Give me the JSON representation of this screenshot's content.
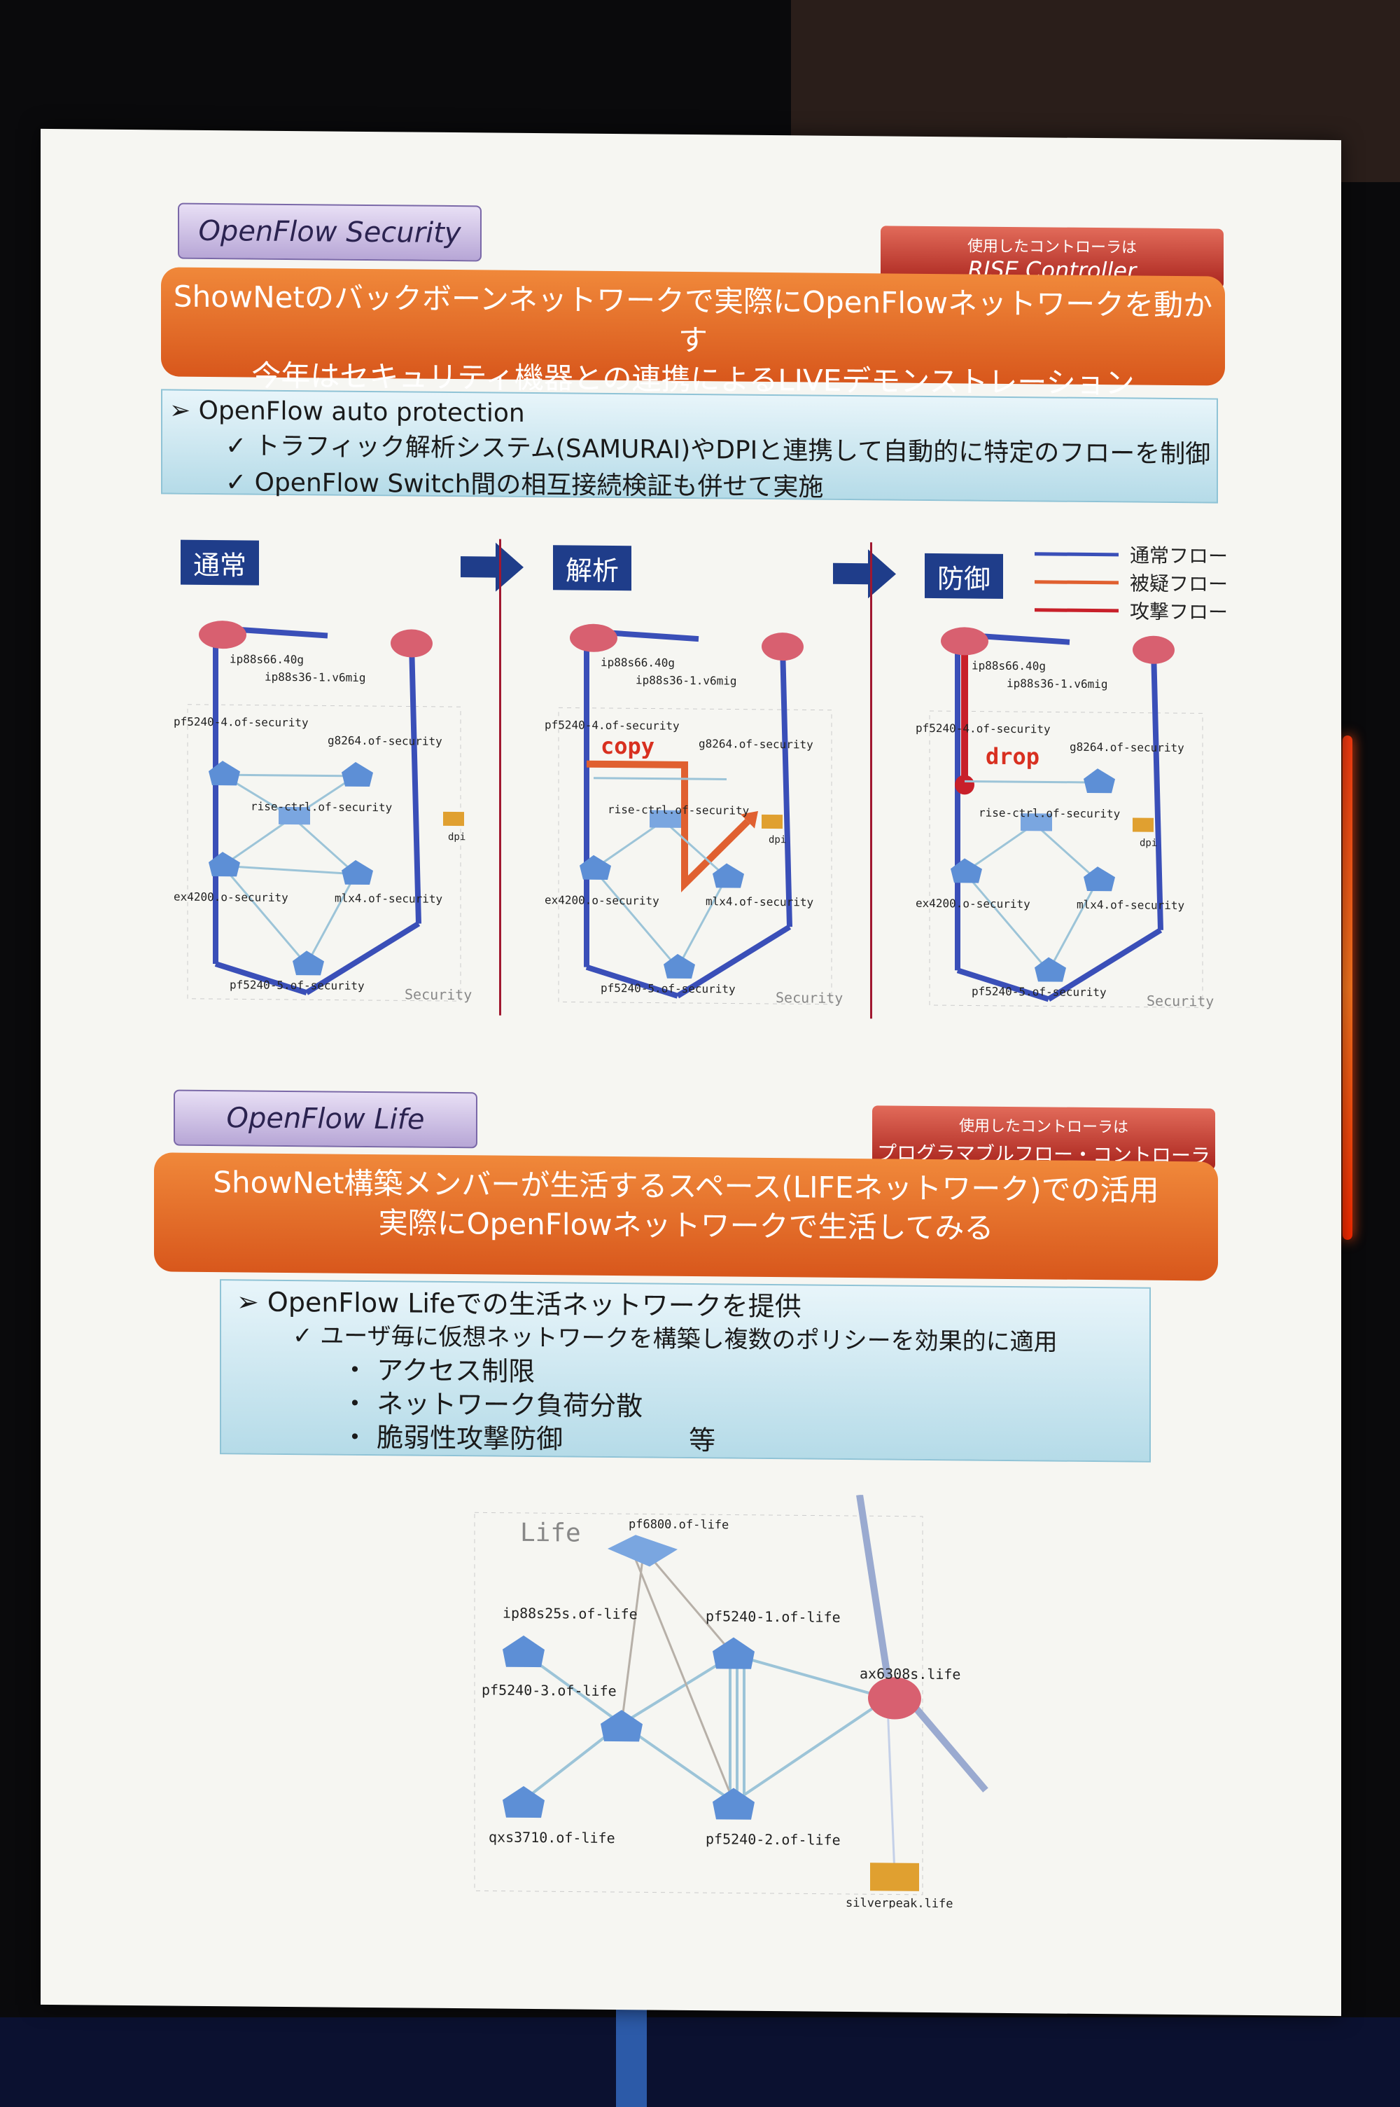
{
  "security": {
    "tag": "OpenFlow Security",
    "controller_small": "使用したコントローラは",
    "controller_name": "RISE Controller",
    "banner_line1": "ShowNetのバックボーンネットワークで実際にOpenFlowネットワークを動かす",
    "banner_line2": "今年はセキュリティ機器との連携によるLIVEデモンストレーション",
    "heading": "➢ OpenFlow auto protection",
    "bullet1": "✓ トラフィック解析システム(SAMURAI)やDPIと連携して自動的に特定のフローを制御",
    "bullet2": "✓ OpenFlow Switch間の相互接続検証も併せて実施",
    "steps": [
      "通常",
      "解析",
      "防御"
    ],
    "legend": [
      "通常フロー",
      "被疑フロー",
      "攻撃フロー"
    ],
    "copy_label": "copy",
    "drop_label": "drop",
    "diagram_labels": {
      "a": "ip88s66.40g",
      "b": "ip88s36-1.v6mig",
      "c": "pf5240-4.of-security",
      "d": "g8264.of-security",
      "e": "rise-ctrl.of-security",
      "f": "dpi",
      "g": "ex4200.o-security",
      "h": "mlx4.of-security",
      "i": "pf5240-5.of-security",
      "j": "Security"
    }
  },
  "life": {
    "tag": "OpenFlow Life",
    "controller_small": "使用したコントローラは",
    "controller_name": "プログラマブルフロー・コントローラ",
    "banner_line1": "ShowNet構築メンバーが生活するスペース(LIFEネットワーク)での活用",
    "banner_line2": "実際にOpenFlowネットワークで生活してみる",
    "heading": "➢ OpenFlow Lifeでの生活ネットワークを提供",
    "bullet1": "✓ ユーザ毎に仮想ネットワークを構築し複数のポリシーを効果的に適用",
    "items": [
      "・ アクセス制限",
      "・ ネットワーク負荷分散",
      "・ 脆弱性攻撃防御"
    ],
    "etc": "等",
    "diagram_labels": {
      "title": "Life",
      "n1": "pf6800.of-life",
      "n2": "ip88s25s.of-life",
      "n3": "pf5240-1.of-life",
      "n4": "ax6308s.life",
      "n5": "pf5240-3.of-life",
      "n6": "qxs3710.of-life",
      "n7": "pf5240-2.of-life",
      "n8": "silverpeak.life"
    }
  }
}
